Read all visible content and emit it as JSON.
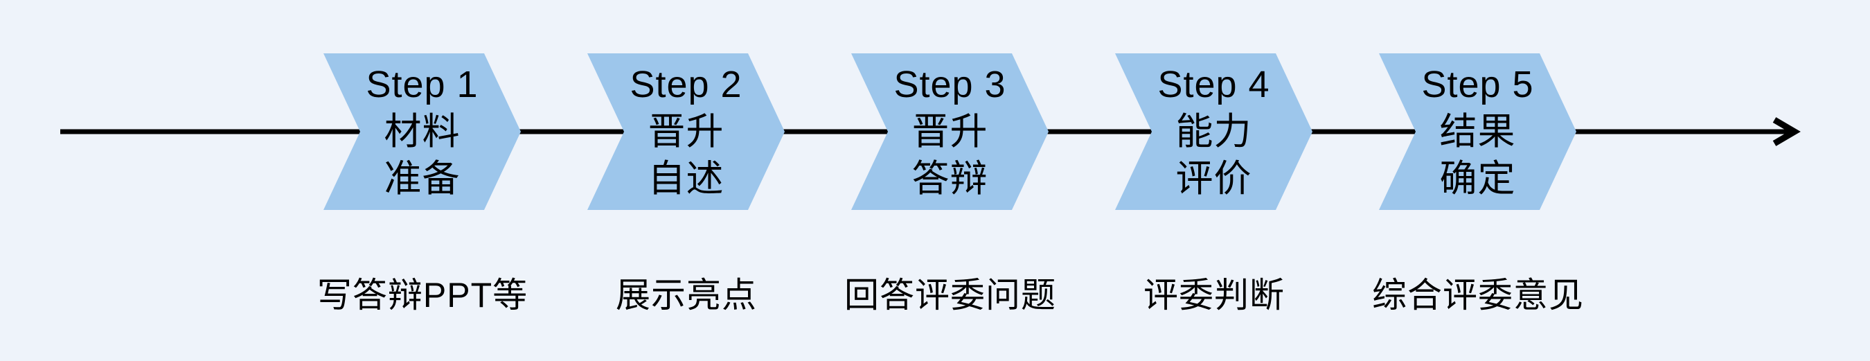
{
  "theme": {
    "bg_color": "#EEF3FA",
    "chevron_color": "#9DC6EB",
    "arrow_color": "#000000",
    "text_color": "#000000"
  },
  "flow": {
    "steps": [
      {
        "step_label": "Step 1",
        "title_lines": [
          "材料",
          "准备"
        ],
        "description": "写答辩PPT等"
      },
      {
        "step_label": "Step 2",
        "title_lines": [
          "晋升",
          "自述"
        ],
        "description": "展示亮点"
      },
      {
        "step_label": "Step 3",
        "title_lines": [
          "晋升",
          "答辩"
        ],
        "description": "回答评委问题"
      },
      {
        "step_label": "Step 4",
        "title_lines": [
          "能力",
          "评价"
        ],
        "description": "评委判断"
      },
      {
        "step_label": "Step 5",
        "title_lines": [
          "结果",
          "确定"
        ],
        "description": "综合评委意见"
      }
    ]
  }
}
